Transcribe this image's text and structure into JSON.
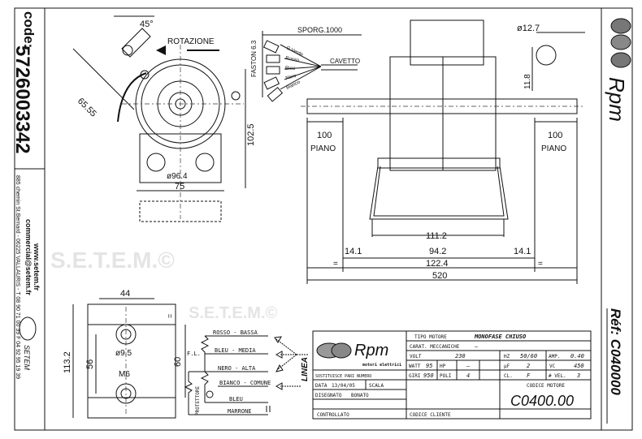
{
  "left_strip": {
    "code_label": "code:",
    "code_value": "5726003342",
    "website": "www.setem.fr",
    "email": "commercial@setem.fr",
    "address": "885 chemin St.Bernard - 06225 VALLAURIS - T 08 90 71 00 39  F 04 92 95 19 39",
    "logo_text": "SETEM"
  },
  "right_strip": {
    "brand": "Rpm",
    "ref": "Réf: C040000"
  },
  "watermark": "S.E.T.E.M.©",
  "front_view": {
    "angle": "45°",
    "rotation": "ROTAZIONE",
    "dim_diag": "65.55",
    "dim_dia": "ø96.4",
    "dim_height": "102.5",
    "dim_width": "75"
  },
  "cable": {
    "sporg": "SPORG.1000",
    "faston": "FASTON 6.3",
    "wires": [
      "G.Verde",
      "Rosso",
      "Bleu",
      "Nero",
      "Bianco"
    ],
    "cavetto": "CAVETTO"
  },
  "side_view": {
    "shaft_dia": "ø12.7",
    "flat": "11.8",
    "left_len": "100",
    "left_piano": "PIANO",
    "right_len": "100",
    "right_piano": "PIANO",
    "dim_111": "111.2",
    "dim_14a": "14.1",
    "dim_94": "94.2",
    "dim_14b": "14.1",
    "eq_a": "=",
    "dim_122": "122.4",
    "eq_b": "=",
    "dim_520": "520"
  },
  "bracket_view": {
    "dim_44": "44",
    "dim_hole": "ø9.5",
    "dim_m6": "M6",
    "dim_113": "113.2",
    "dim_56": "56",
    "dim_60": "60",
    "eq": "="
  },
  "wiring": {
    "rosso": "ROSSO - BASSA",
    "fl": "F.L.",
    "bleu_media": "BLEU - MEDIA",
    "nero": "NERO - ALTA",
    "bianco": "BIANCO - COMUNE",
    "protettore": "PROTETTORE",
    "bleu": "BLEU",
    "marrone": "MARRONE",
    "linea": "LINEA"
  },
  "title_block": {
    "brand": "Rpm",
    "brand_sub": "motori elettrici",
    "tipo_label": "TIPO MOTORE",
    "tipo_value": "MONOFASE CHIUSO",
    "carat_label": "CARAT. MECCANICHE",
    "carat_value": "—",
    "volt_label": "VOLT",
    "volt_value": "230",
    "hz_label": "HZ",
    "hz_value": "50/60",
    "amp_label": "AMP.",
    "amp_value": "0.40",
    "watt_label": "WATT",
    "watt_value": "95",
    "hp_label": "HP",
    "hp_value": "—",
    "uf_label": "µF",
    "uf_value": "2",
    "vc_label": "VC",
    "vc_value": "450",
    "giri_label": "GIRI",
    "giri_value": "950",
    "poli_label": "POLI",
    "poli_value": "4",
    "cl_label": "CL.",
    "cl_value": "F",
    "vel_label": "# VEL.",
    "vel_value": "3",
    "sostituisce": "SOSTITUISCE PARI NUMERO",
    "data_label": "DATA",
    "data_value": "13/04/05",
    "scala_label": "SCALA",
    "disegnato_label": "DISEGNATO",
    "disegnato_value": "BONATO",
    "controllato_label": "CONTROLLATO",
    "codice_cliente": "CODICE CLIENTE",
    "codice_motore_label": "CODICE MOTORE",
    "codice_motore_value": "C0400.00"
  }
}
